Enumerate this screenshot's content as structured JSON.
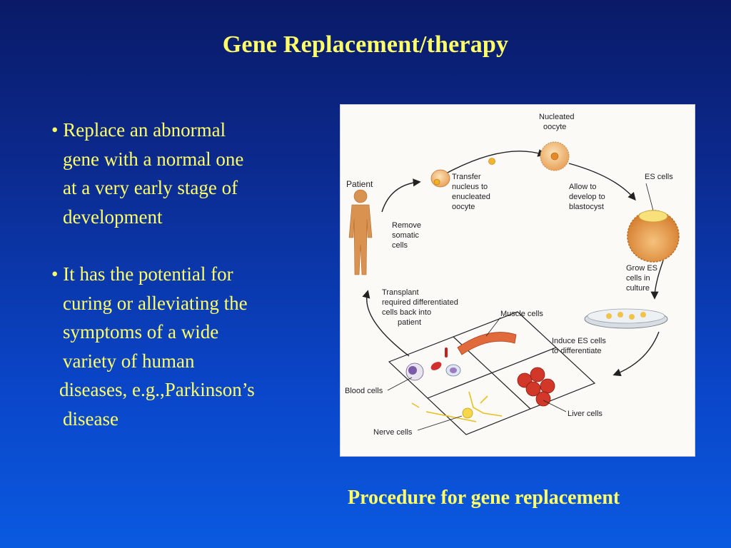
{
  "slide": {
    "title": "Gene Replacement/therapy",
    "caption": "Procedure for gene replacement",
    "colors": {
      "text": "#ffff66",
      "background_top": "#0a1a68",
      "background_bottom": "#0a5ae0"
    }
  },
  "bullets": [
    {
      "marker": "•",
      "lines": [
        "Replace an abnormal",
        "gene with a normal one",
        "at a very early stage of",
        "development"
      ]
    },
    {
      "marker": "•",
      "lines": [
        "It has the potential for",
        "curing or alleviating the",
        "symptoms of a wide",
        "variety of human",
        "diseases, e.g.,Parkinson’s",
        "disease"
      ]
    }
  ],
  "diagram": {
    "labels": {
      "patient": "Patient",
      "remove_1": "Remove",
      "remove_2": "somatic",
      "remove_3": "cells",
      "transfer_1": "Transfer",
      "transfer_2": "nucleus to",
      "transfer_3": "enucleated",
      "transfer_4": "oocyte",
      "nucleated_1": "Nucleated",
      "nucleated_2": "oocyte",
      "allow_1": "Allow to",
      "allow_2": "develop to",
      "allow_3": "blastocyst",
      "es_cells": "ES cells",
      "grow_1": "Grow ES",
      "grow_2": "cells in",
      "grow_3": "culture",
      "induce_1": "Induce ES cells",
      "induce_2": "to differentiate",
      "transplant_1": "Transplant",
      "transplant_2": "required differentiated",
      "transplant_3": "cells back into",
      "transplant_4": "patient",
      "muscle": "Muscle cells",
      "blood": "Blood cells",
      "liver": "Liver cells",
      "nerve": "Nerve cells"
    }
  }
}
